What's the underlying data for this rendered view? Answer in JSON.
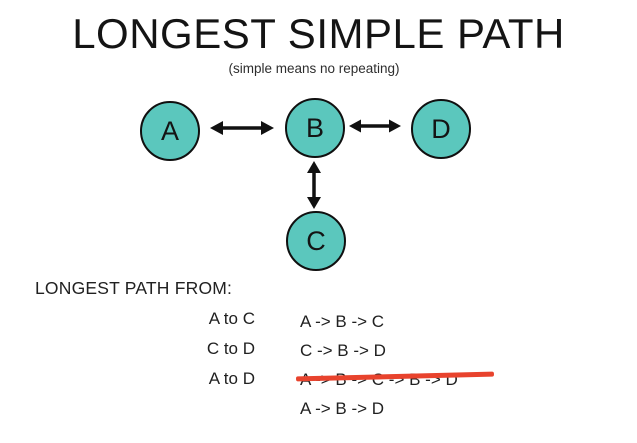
{
  "title": "LONGEST SIMPLE PATH",
  "subtitle": "(simple means no repeating)",
  "colors": {
    "node_fill": "#5bc7bd",
    "node_border": "#101010",
    "arrow": "#111111",
    "strike": "#e8432d",
    "text": "#212121"
  },
  "graph": {
    "nodes": [
      {
        "id": "A",
        "label": "A"
      },
      {
        "id": "B",
        "label": "B"
      },
      {
        "id": "D",
        "label": "D"
      },
      {
        "id": "C",
        "label": "C"
      }
    ],
    "edges": [
      {
        "between": "A-B",
        "type": "double-headed-arrow",
        "direction": "horizontal"
      },
      {
        "between": "B-D",
        "type": "double-headed-arrow",
        "direction": "horizontal"
      },
      {
        "between": "B-C",
        "type": "double-headed-arrow",
        "direction": "vertical"
      }
    ]
  },
  "paths_section": {
    "heading": "LONGEST PATH FROM:",
    "rows": [
      {
        "query": "A to C",
        "path": "A -> B -> C",
        "struck": false
      },
      {
        "query": "C to D",
        "path": "C -> B -> D",
        "struck": false
      },
      {
        "query": "A to D",
        "path": "A -> B -> C -> B -> D",
        "struck": true
      },
      {
        "query": "",
        "path": "A -> B -> D",
        "struck": false
      }
    ]
  }
}
